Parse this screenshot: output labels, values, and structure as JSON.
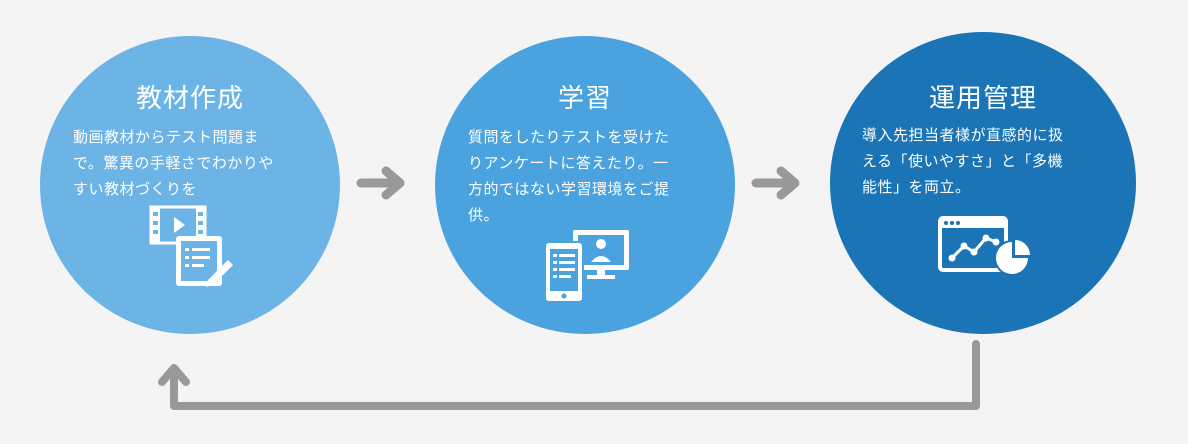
{
  "steps": [
    {
      "title": "教材作成",
      "lines": [
        "動画教材からテスト問題ま",
        "で。驚異の手軽さでわかりや",
        "すい教材づくりを"
      ],
      "icon": "video-and-document-edit-icon"
    },
    {
      "title": "学習",
      "lines": [
        "質問をしたりテストを受けた",
        "りアンケートに答えたり。一",
        "方的ではない学習環境をご提",
        "供。"
      ],
      "icon": "tablet-and-monitor-icon"
    },
    {
      "title": "運用管理",
      "lines": [
        "導入先担当者様が直感的に扱",
        "える「使いやすさ」と「多機",
        "能性」を両立。"
      ],
      "icon": "analytics-dashboard-icon"
    }
  ],
  "colors": {
    "background": "#f4f4f4",
    "step1": "#6db4e6",
    "step2": "#4aa3de",
    "step3": "#1a74b5",
    "arrow": "#999999"
  }
}
